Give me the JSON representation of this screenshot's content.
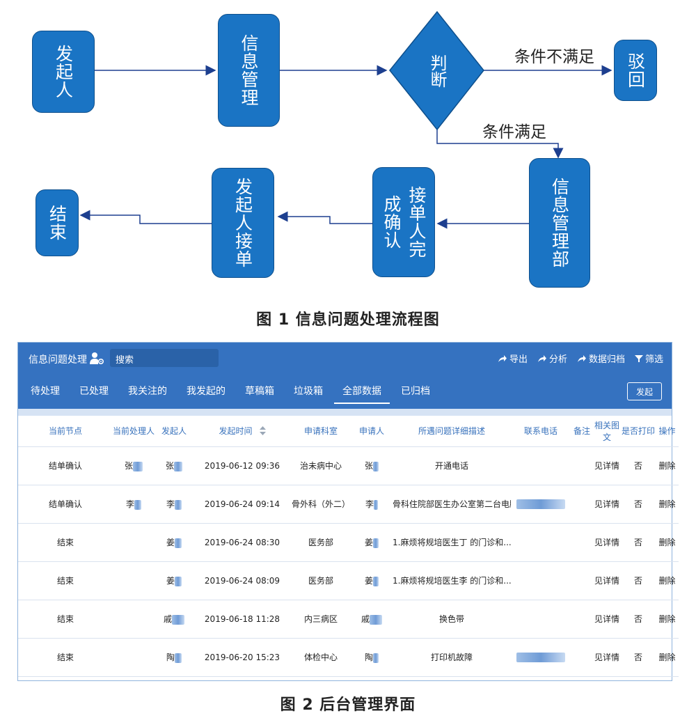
{
  "figure1": {
    "nodes": {
      "initiator": "发起人",
      "info_mgmt": "信息管理",
      "judge": "判断",
      "reject": "驳回",
      "info_dept": "信息管理部",
      "confirm": "接单人完成确认",
      "initiator_accept": "发起人接单",
      "end": "结束"
    },
    "labels": {
      "not_met": "条件不满足",
      "met": "条件满足"
    },
    "caption": "图 1  信息问题处理流程图"
  },
  "figure2": {
    "app_title": "信息问题处理",
    "search_text": "搜索",
    "actions": [
      "导出",
      "分析",
      "数据归档",
      "筛选"
    ],
    "tabs": [
      "待处理",
      "已处理",
      "我关注的",
      "我发起的",
      "草稿箱",
      "垃圾箱",
      "全部数据",
      "已归档"
    ],
    "active_tab": "全部数据",
    "initiate_button": "发起",
    "columns": [
      "当前节点",
      "当前处理人",
      "发起人",
      "发起时间",
      "申请科室",
      "申请人",
      "所遇问题详细描述",
      "联系电话",
      "备注",
      "相关图文",
      "是否打印",
      "操作"
    ],
    "rows": [
      {
        "node": "结单确认",
        "handler": "张",
        "initiator": "张",
        "time": "2019-06-12 09:36",
        "dept": "治未病中心",
        "applicant": "张",
        "desc": "开通电话",
        "image": "见详情",
        "printed": "否",
        "op": "删除"
      },
      {
        "node": "结单确认",
        "handler": "李",
        "initiator": "李",
        "time": "2019-06-24 09:14",
        "dept": "骨外科（外二）",
        "applicant": "李",
        "desc": "骨科住院部医生办公室第二台电脑...",
        "image": "见详情",
        "printed": "否",
        "op": "删除"
      },
      {
        "node": "结束",
        "handler": "",
        "initiator": "姜",
        "time": "2019-06-24 08:30",
        "dept": "医务部",
        "applicant": "姜",
        "desc": "1.麻烦将规培医生丁 的门诊和...",
        "image": "见详情",
        "printed": "否",
        "op": "删除"
      },
      {
        "node": "结束",
        "handler": "",
        "initiator": "姜",
        "time": "2019-06-24 08:09",
        "dept": "医务部",
        "applicant": "姜",
        "desc": "1.麻烦将规培医生李 的门诊和...",
        "image": "见详情",
        "printed": "否",
        "op": "删除"
      },
      {
        "node": "结束",
        "handler": "",
        "initiator": "戚",
        "time": "2019-06-18 11:28",
        "dept": "内三病区",
        "applicant": "戚",
        "desc": "换色带",
        "image": "见详情",
        "printed": "否",
        "op": "删除"
      },
      {
        "node": "结束",
        "handler": "",
        "initiator": "陶",
        "time": "2019-06-20 15:23",
        "dept": "体检中心",
        "applicant": "陶",
        "desc": "打印机故障",
        "image": "见详情",
        "printed": "否",
        "op": "删除"
      }
    ],
    "caption": "图 2  后台管理界面"
  },
  "colors": {
    "node_fill": "#1a74c4",
    "arrow": "#1d3f8f",
    "header_blue": "#3572c0",
    "link_blue": "#1f5ea8"
  }
}
